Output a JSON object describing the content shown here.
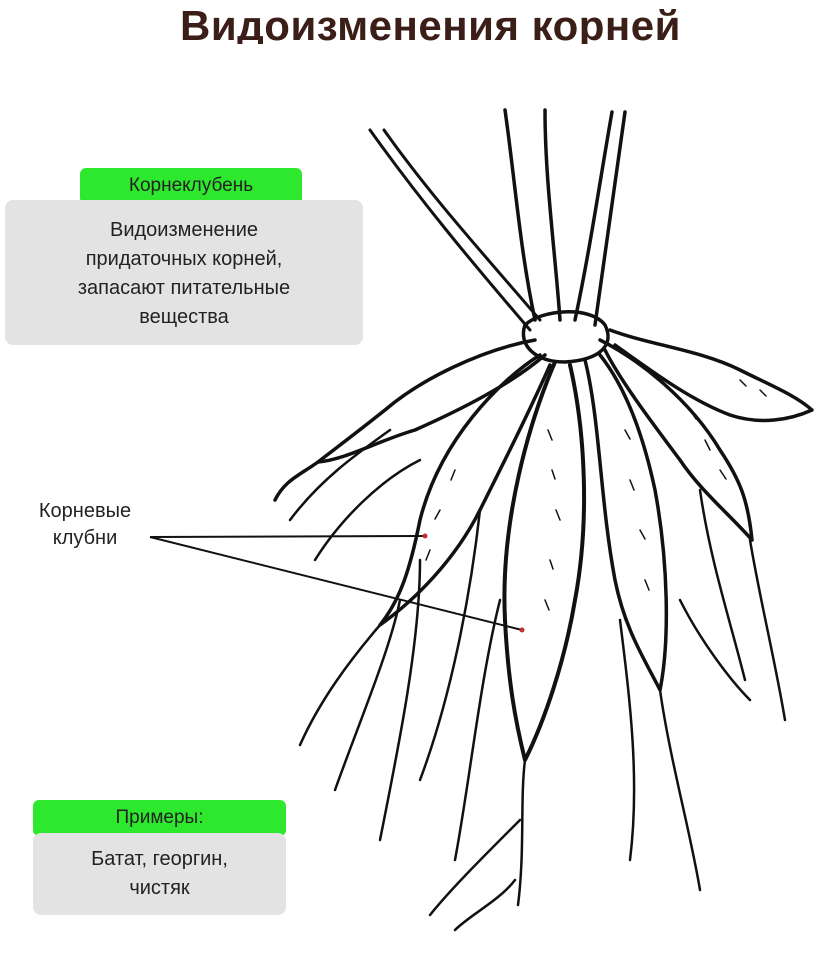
{
  "title": "Видоизменения корней",
  "definition": {
    "tag": "Корнеклубень",
    "text": "Видоизменение\nпридаточных корней,\nзапасают питательные\nвещества"
  },
  "examples": {
    "tag": "Примеры:",
    "text": "Батат, георгин,\nчистяк"
  },
  "callout": {
    "label": "Корневые\nклубни"
  },
  "colors": {
    "tag_green": "#2ee82e",
    "box_gray": "#e3e3e3",
    "title_brown": "#3b1e17",
    "pointer_red": "#c0302a"
  }
}
